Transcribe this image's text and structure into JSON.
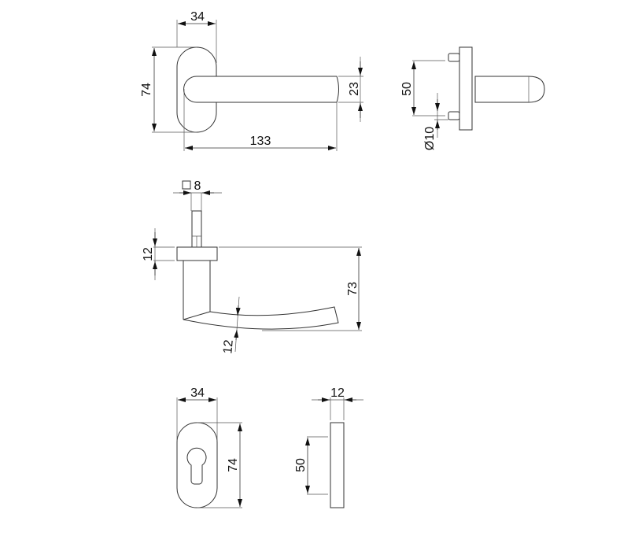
{
  "views": {
    "front": {
      "width": "34",
      "height": "74",
      "lever_length": "133",
      "lever_thickness": "23"
    },
    "side": {
      "pin_spacing": "50",
      "pin_diameter": "Ø10"
    },
    "lever_profile": {
      "spindle_square": "8",
      "rose_thickness": "12",
      "total_height": "73",
      "lever_thickness": "12"
    },
    "escutcheon_front": {
      "width": "34",
      "height": "74"
    },
    "escutcheon_side": {
      "thickness": "12",
      "pin_spacing": "50"
    }
  },
  "colors": {
    "line": "#333333",
    "background": "#ffffff"
  }
}
